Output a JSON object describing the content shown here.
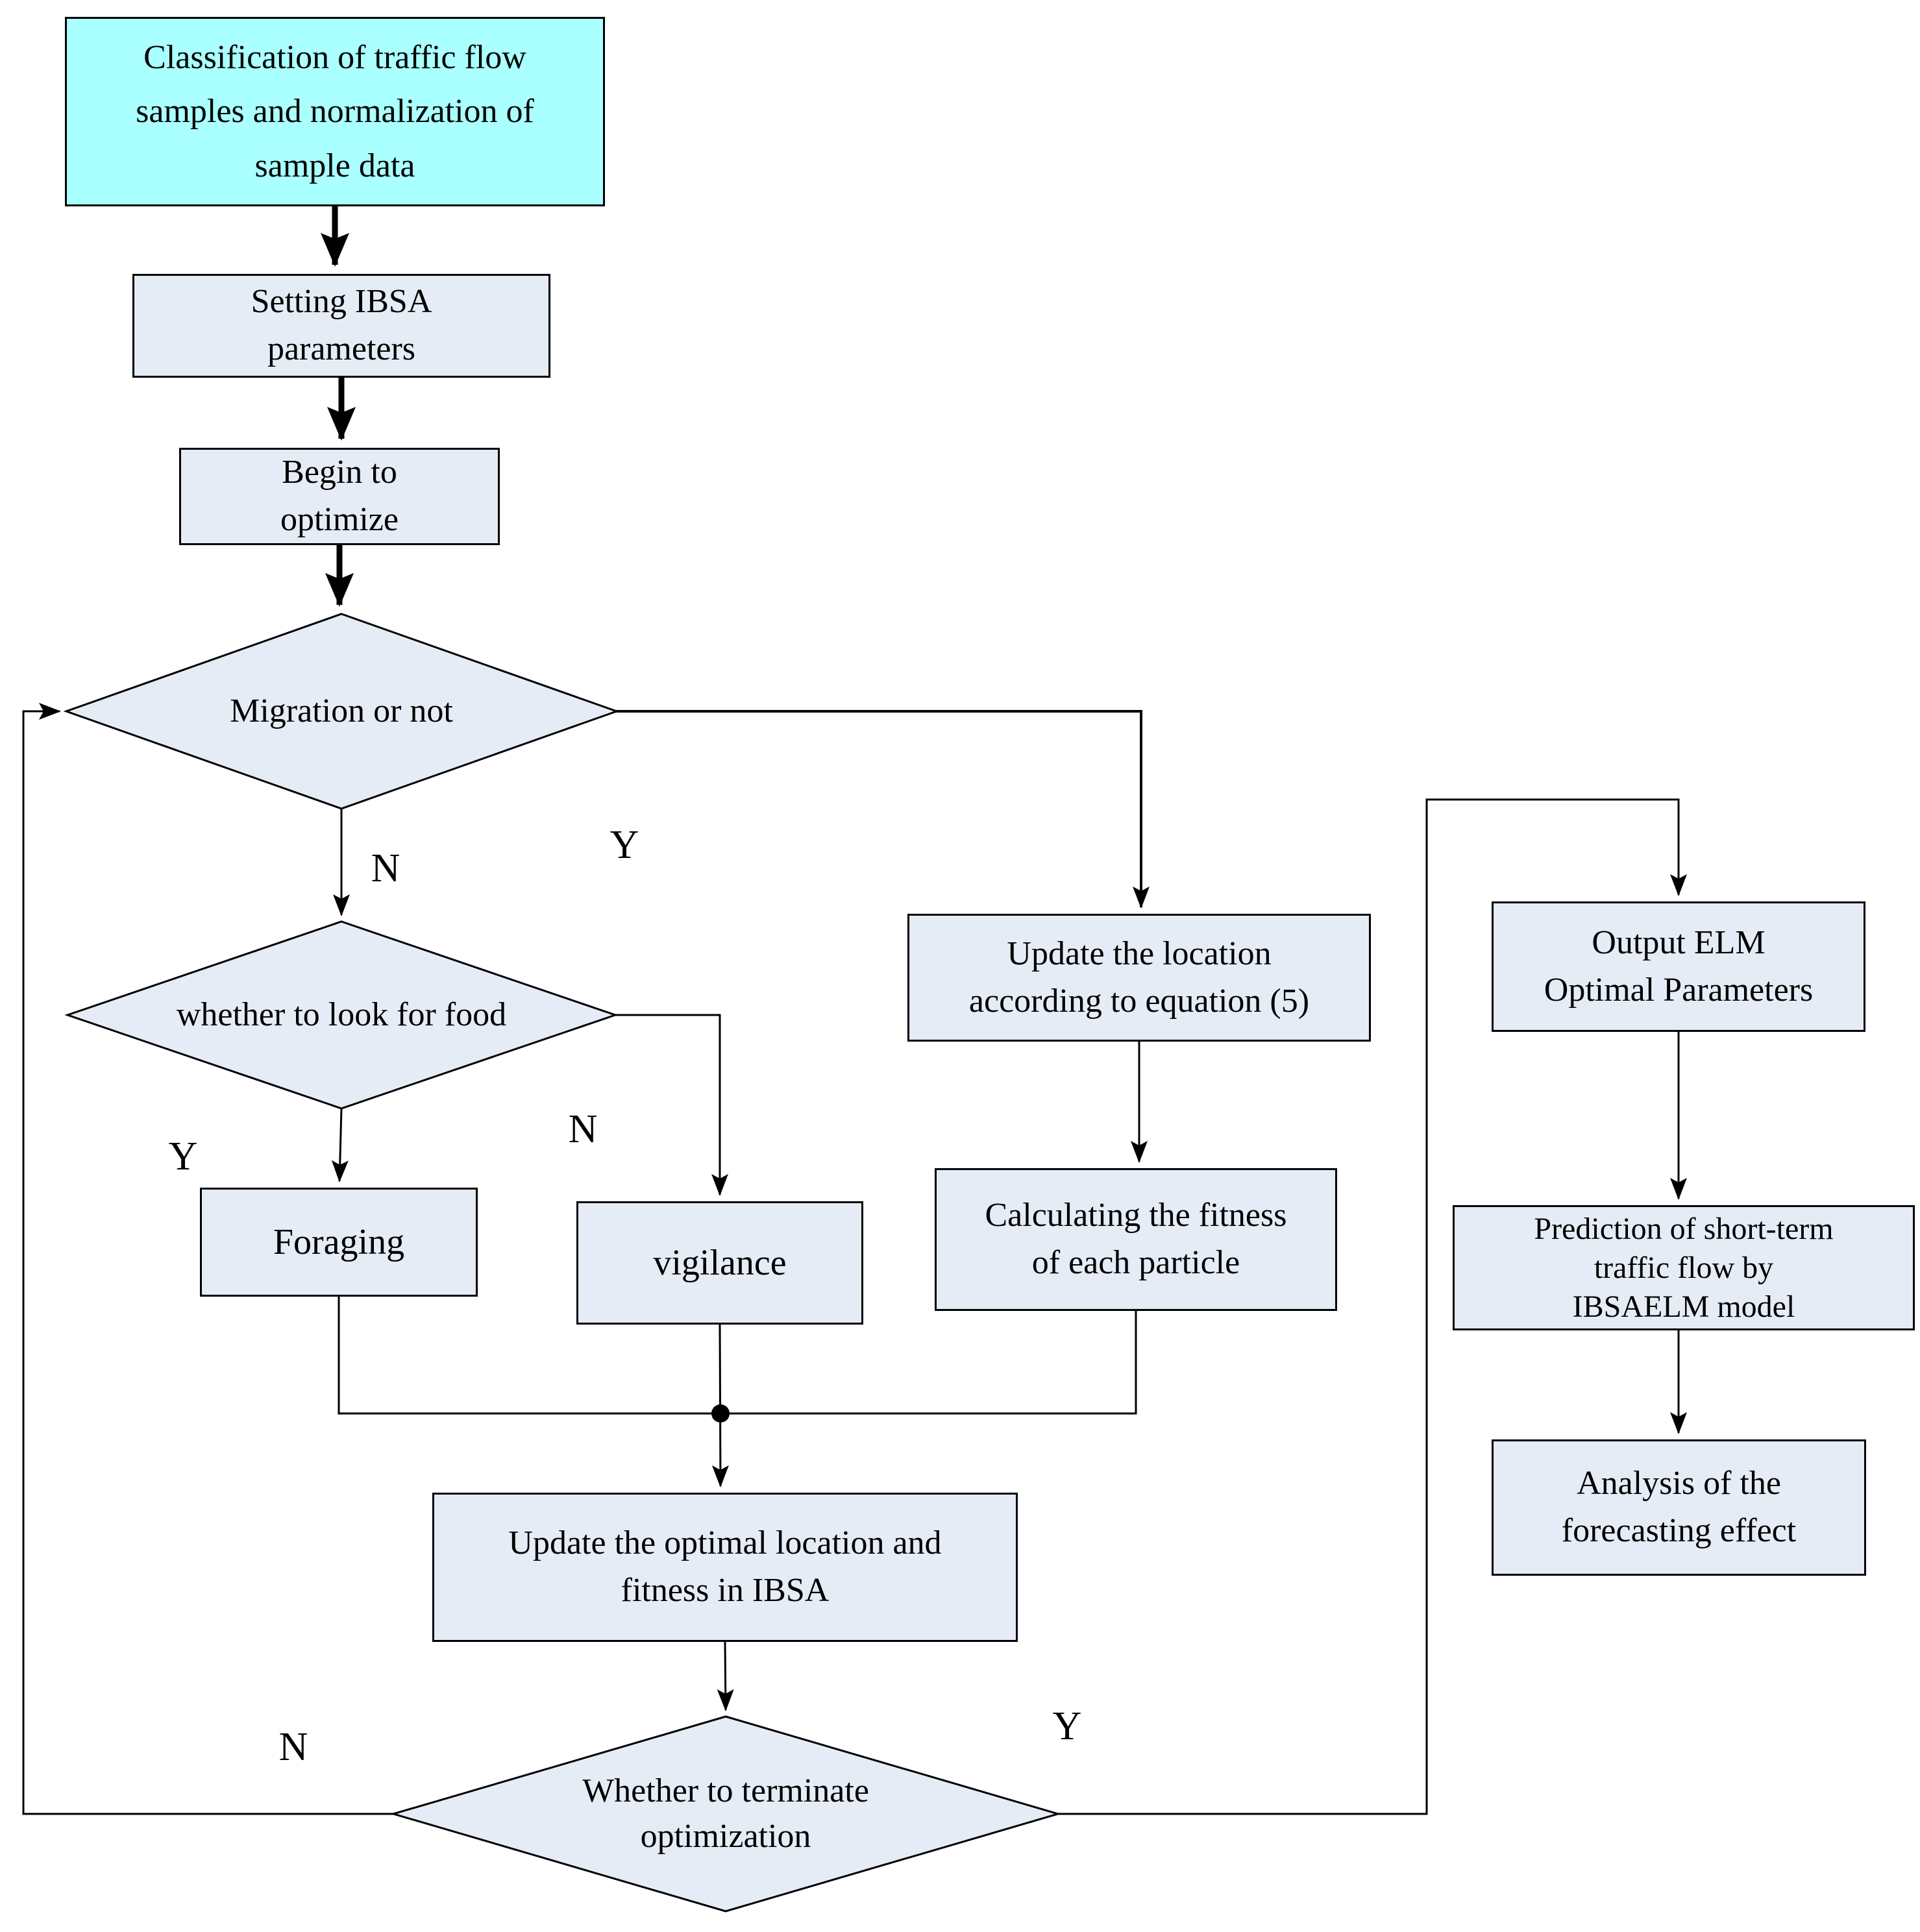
{
  "diagram": {
    "type": "flowchart",
    "nodes": {
      "classify": {
        "text": "Classification of traffic flow\nsamples and normalization of\nsample data"
      },
      "setting": {
        "text": "Setting IBSA\nparameters"
      },
      "begin": {
        "text": "Begin to\noptimize"
      },
      "migration": {
        "text": "Migration or not"
      },
      "look_for_food": {
        "text": "whether to look for food"
      },
      "foraging": {
        "text": "Foraging"
      },
      "vigilance": {
        "text": "vigilance"
      },
      "update_location": {
        "text": "Update the location\naccording to equation (5)"
      },
      "calc_fitness": {
        "text": "Calculating the fitness\nof each particle"
      },
      "update_optimal": {
        "text": "Update the optimal location and\nfitness in IBSA"
      },
      "terminate": {
        "text": "Whether to terminate\noptimization"
      },
      "output_elm": {
        "text": "Output ELM\nOptimal Parameters"
      },
      "prediction": {
        "text": "Prediction of short-term\ntraffic flow by\nIBSAELM model"
      },
      "analysis": {
        "text": "Analysis of the\nforecasting effect"
      }
    },
    "branch_labels": {
      "migration_n": "N",
      "migration_y": "Y",
      "food_y": "Y",
      "food_n": "N",
      "terminate_n": "N",
      "terminate_y": "Y"
    },
    "colors": {
      "start_node_fill": "#aaffff",
      "process_node_fill": "#e6ecf6",
      "border": "#000000",
      "line": "#000000"
    }
  }
}
